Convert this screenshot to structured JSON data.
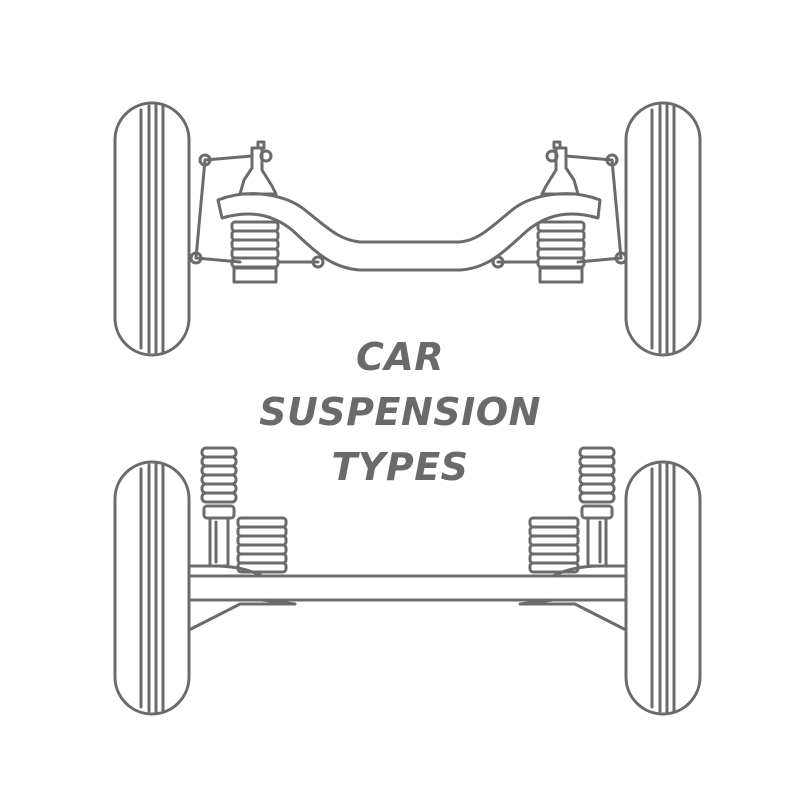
{
  "title": {
    "line1": "CAR",
    "line2": "SUSPENSION",
    "line3": "TYPES"
  },
  "colors": {
    "stroke": "#6b6b6b",
    "text": "#6a6a6a",
    "background": "#ffffff"
  },
  "diagrams": [
    {
      "name": "independent-front-suspension"
    },
    {
      "name": "solid-axle-rear-suspension"
    }
  ]
}
